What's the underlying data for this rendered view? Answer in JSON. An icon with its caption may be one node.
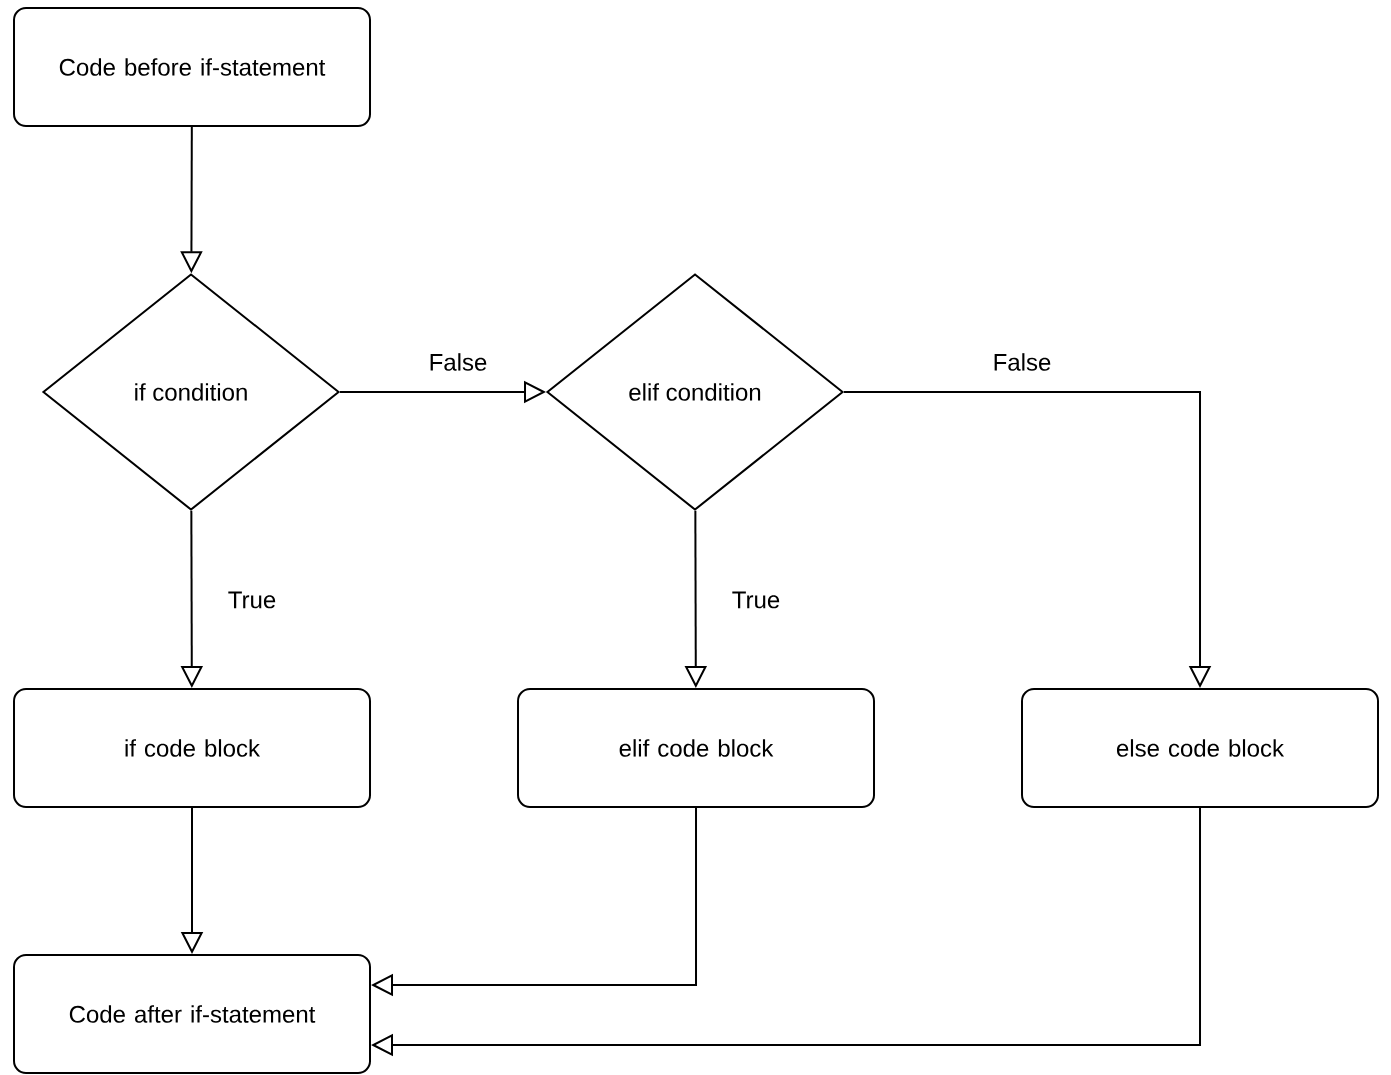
{
  "diagram": {
    "nodes": [
      {
        "text": [
          "Code before if-statement"
        ]
      },
      {
        "text": [
          "if condition"
        ]
      },
      {
        "text": [
          "elif condition"
        ]
      },
      {
        "text": [
          "if code block"
        ]
      },
      {
        "text": [
          "elif code block"
        ]
      },
      {
        "text": [
          "else code block"
        ]
      },
      {
        "text": [
          "Code after if-statement"
        ]
      }
    ],
    "edges": [
      {
        "from": 0,
        "to": 1,
        "arrow": "to"
      },
      {
        "from": 1,
        "to": 2,
        "arrow": "to",
        "label": "False"
      },
      {
        "from": 1,
        "to": 3,
        "arrow": "to",
        "label": "True"
      },
      {
        "from": 2,
        "to": 5,
        "arrow": "to",
        "label": "False"
      },
      {
        "from": 2,
        "to": 4,
        "arrow": "to",
        "label": "True"
      },
      {
        "from": 3,
        "to": 6,
        "arrow": "to"
      },
      {
        "from": 4,
        "to": 6,
        "arrow": "to"
      },
      {
        "from": 5,
        "to": 6,
        "arrow": "to"
      }
    ]
  }
}
